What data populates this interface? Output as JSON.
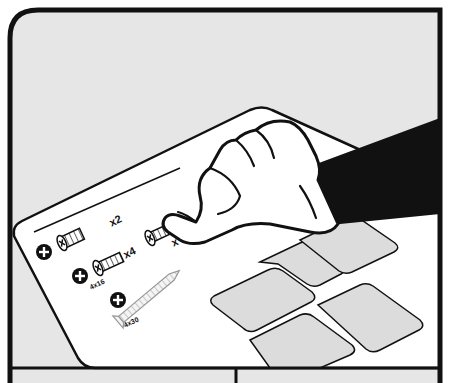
{
  "diagram": {
    "labels": [
      "x2",
      "x4",
      "4x16",
      "x",
      "4x30"
    ]
  }
}
